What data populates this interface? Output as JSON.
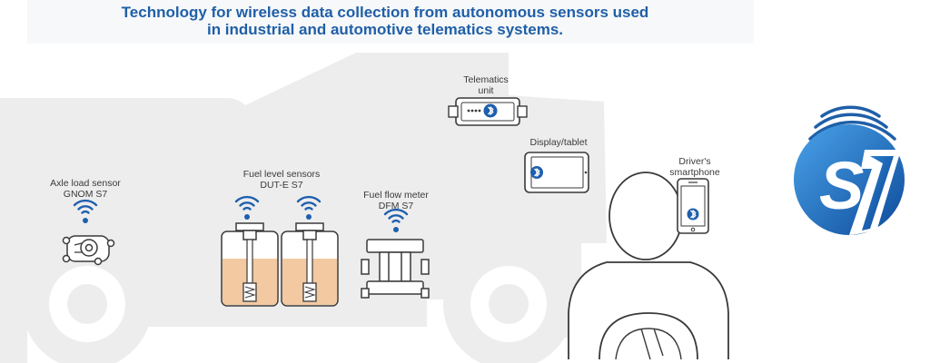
{
  "header": {
    "title_line1": "Technology for wireless data collection from autonomous sensors used",
    "title_line2": "in industrial and automotive telematics systems."
  },
  "devices": {
    "telematics_unit": {
      "line1": "Telematics",
      "line2": "unit",
      "icon": "telematics-unit-icon"
    },
    "display_tablet": {
      "line1": "Display/tablet",
      "icon": "tablet-icon"
    },
    "drivers_smartphone": {
      "line1": "Driver's",
      "line2": "smartphone",
      "icon": "smartphone-icon"
    },
    "axle_load_sensor": {
      "line1": "Axle load sensor",
      "line2": "GNOM S7",
      "icon": "axle-load-sensor-icon"
    },
    "fuel_level_sensors": {
      "line1": "Fuel level sensors",
      "line2": "DUT-E S7",
      "icon": "fuel-tank-icon"
    },
    "fuel_flow_meter": {
      "line1": "Fuel flow meter",
      "line2": "DFM S7",
      "icon": "flow-meter-icon"
    }
  },
  "logo": {
    "text": "S7",
    "icon": "s7-logo"
  },
  "colors": {
    "brand_blue": "#1f5fa8",
    "signal_blue": "#1e5fae",
    "truck_silhouette": "#ededed",
    "fuel": "#f2c9a1",
    "outline": "#3a3a3a"
  }
}
